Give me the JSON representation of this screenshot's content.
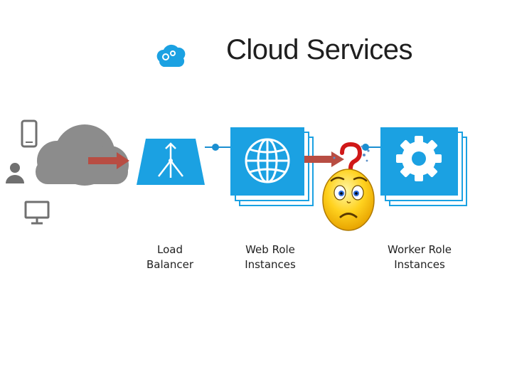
{
  "slide": {
    "title": "Cloud Services"
  },
  "captions": {
    "load_balancer": [
      "Load",
      "Balancer"
    ],
    "web_role": [
      "Web Role",
      "Instances"
    ],
    "worker_role": [
      "Worker Role",
      "Instances"
    ]
  },
  "colors": {
    "azure_blue": "#1ba1e2",
    "cloud_gray": "#8c8c8c",
    "device_gray": "#707070",
    "arrow_red": "#b84d43",
    "connector_blue": "#1b8fd1"
  },
  "icons": {
    "title_badge": "gears-cloud-icon",
    "load_balancer": "load-balancer-icon",
    "web_role": "globe-icon",
    "worker_role": "gear-icon",
    "confused": "confused-face-icon"
  }
}
